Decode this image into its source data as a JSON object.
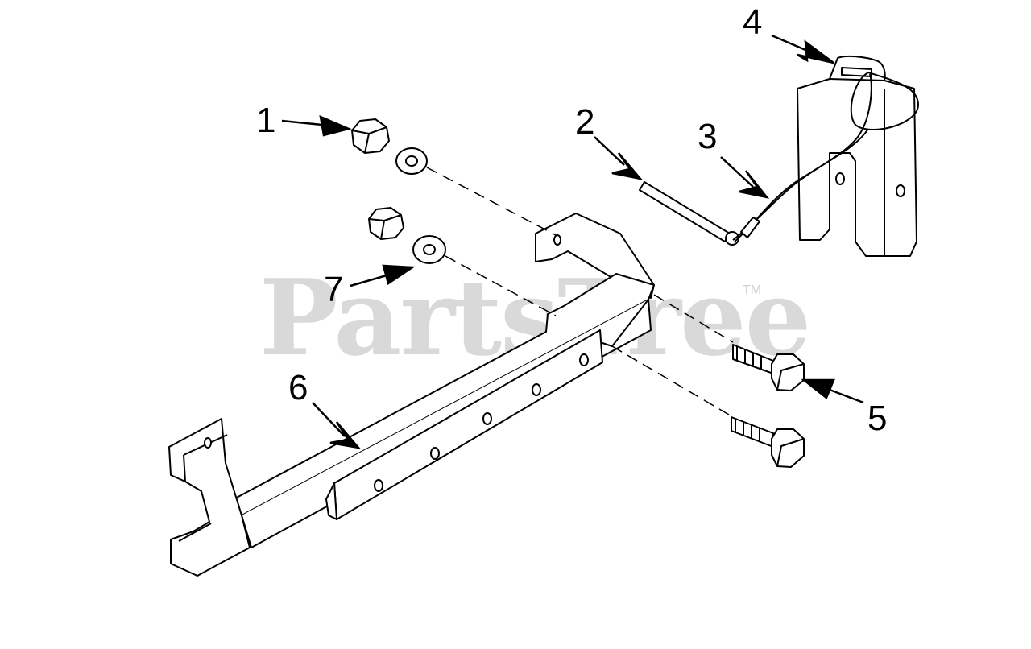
{
  "watermark": {
    "text": "PartsTree",
    "tm": "TM"
  },
  "callouts": {
    "c1": "1",
    "c2": "2",
    "c3": "3",
    "c4": "4",
    "c5": "5",
    "c6": "6",
    "c7": "7"
  },
  "colors": {
    "line": "#000000",
    "fill": "#ffffff",
    "watermark": "#d9d9d9"
  }
}
